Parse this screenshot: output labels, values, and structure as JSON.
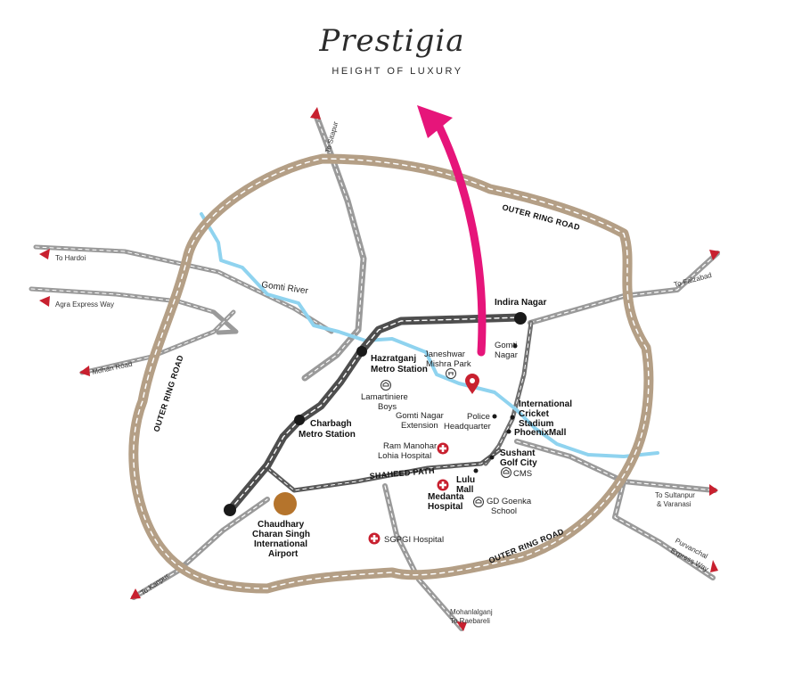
{
  "brand": {
    "name": "Prestigia",
    "tagline": "HEIGHT OF LUXURY"
  },
  "colors": {
    "ring_road": "#b49f86",
    "metro": "#555555",
    "highway": "#9a9a9a",
    "river": "#8fd3ef",
    "pointer_arrow": "#e6157a",
    "location_pin": "#c8202f",
    "hospital": "#c8202f",
    "airport": "#b5742c",
    "direction_arrow": "#c8202f"
  },
  "labels": {
    "outer_ring_road_ne": "OUTER RING ROAD",
    "outer_ring_road_w": "OUTER RING ROAD",
    "outer_ring_road_s": "OUTER RING ROAD",
    "shaheed_path": "SHAHEED PATH",
    "gomti_river": "Gomti River",
    "indira_nagar": "Indira Nagar",
    "gomti_nagar_1": "Gomti",
    "gomti_nagar_2": "Nagar",
    "janeshwar_1": "Janeshwar",
    "janeshwar_2": "Mishra Park",
    "hazratganj_1": "Hazratganj",
    "hazratganj_2": "Metro Station",
    "lamartiniere_1": "Lamartiniere",
    "lamartiniere_2": "Boys",
    "gn_extension_1": "Gomti Nagar",
    "gn_extension_2": "Extension",
    "charbagh_1": "Charbagh",
    "charbagh_2": "Metro Station",
    "police_1": "Police",
    "police_2": "Headquarter",
    "cricket_1": "International",
    "cricket_2": "Cricket",
    "cricket_3": "Stadium",
    "phoenix": "PhoenixMall",
    "rml_1": "Ram Manohar",
    "rml_2": "Lohia Hospital",
    "sushant_1": "Sushant",
    "sushant_2": "Golf City",
    "cms": "CMS",
    "lulu_1": "Lulu",
    "lulu_2": "Mall",
    "medanta_1": "Medanta",
    "medanta_2": "Hospital",
    "gd_goenka_1": "GD Goenka",
    "gd_goenka_2": "School",
    "airport_1": "Chaudhary",
    "airport_2": "Charan Singh",
    "airport_3": "International",
    "airport_4": "Airport",
    "sgpgi": "SGPGI Hospital"
  },
  "directions": {
    "sitapur": "To Sitapur",
    "hardoi": "To Hardoi",
    "agra": "Agra Express Way",
    "mohan": "Mohan Road",
    "faizabad": "To Faizabad",
    "sultanpur_1": "To Sultanpur",
    "sultanpur_2": "& Varanasi",
    "purvanchal_1": "Purvanchal",
    "purvanchal_2": "Express Way",
    "kanpur": "To Kanpur",
    "mohanlalganj_1": "Mohanlalganj",
    "mohanlalganj_2": "To Raebareli"
  },
  "icons": {
    "location_pin": "map-pin-icon",
    "park": "park-icon",
    "school": "school-icon",
    "hospital": "hospital-cross-icon",
    "metro_station": "metro-station-dot-icon",
    "airport": "airport-circle-icon",
    "direction": "direction-arrow-icon"
  }
}
